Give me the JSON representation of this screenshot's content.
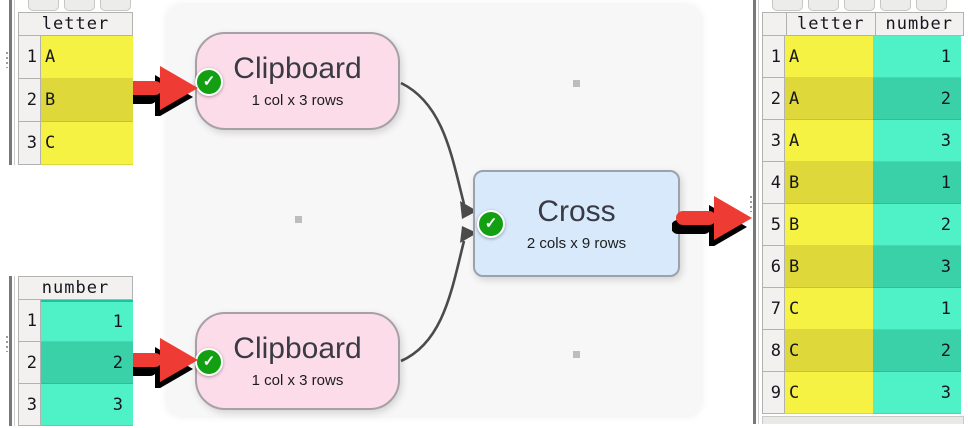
{
  "diagram": {
    "nodes": {
      "clipboard_top": {
        "title": "Clipboard",
        "subtitle": "1 col x 3 rows"
      },
      "cross": {
        "title": "Cross",
        "subtitle": "2 cols x 9 rows"
      },
      "clipboard_bottom": {
        "title": "Clipboard",
        "subtitle": "1 col x 3 rows"
      }
    },
    "status_check": "✓"
  },
  "tables": {
    "letter_input": {
      "header": "letter",
      "rows": [
        [
          "1",
          "A"
        ],
        [
          "2",
          "B"
        ],
        [
          "3",
          "C"
        ]
      ]
    },
    "number_input": {
      "header": "number",
      "rows": [
        [
          "1",
          "1"
        ],
        [
          "2",
          "2"
        ],
        [
          "3",
          "3"
        ]
      ]
    },
    "result": {
      "headers": [
        "letter",
        "number"
      ],
      "rows": [
        [
          "1",
          "A",
          "1"
        ],
        [
          "2",
          "A",
          "2"
        ],
        [
          "3",
          "A",
          "3"
        ],
        [
          "4",
          "B",
          "1"
        ],
        [
          "5",
          "B",
          "2"
        ],
        [
          "6",
          "B",
          "3"
        ],
        [
          "7",
          "C",
          "1"
        ],
        [
          "8",
          "C",
          "2"
        ],
        [
          "9",
          "C",
          "3"
        ]
      ]
    }
  },
  "colors": {
    "letter_col": "#f6f243",
    "letter_col_alt": "#ded83a",
    "number_col": "#4ff1c6",
    "number_col_alt": "#3ad0a8",
    "node_pink": "#fbdce8",
    "node_blue": "#d7e9fb",
    "status_green": "#12a012",
    "arrow_red": "#ee3b33",
    "wire_gray": "#4b4b4b"
  }
}
